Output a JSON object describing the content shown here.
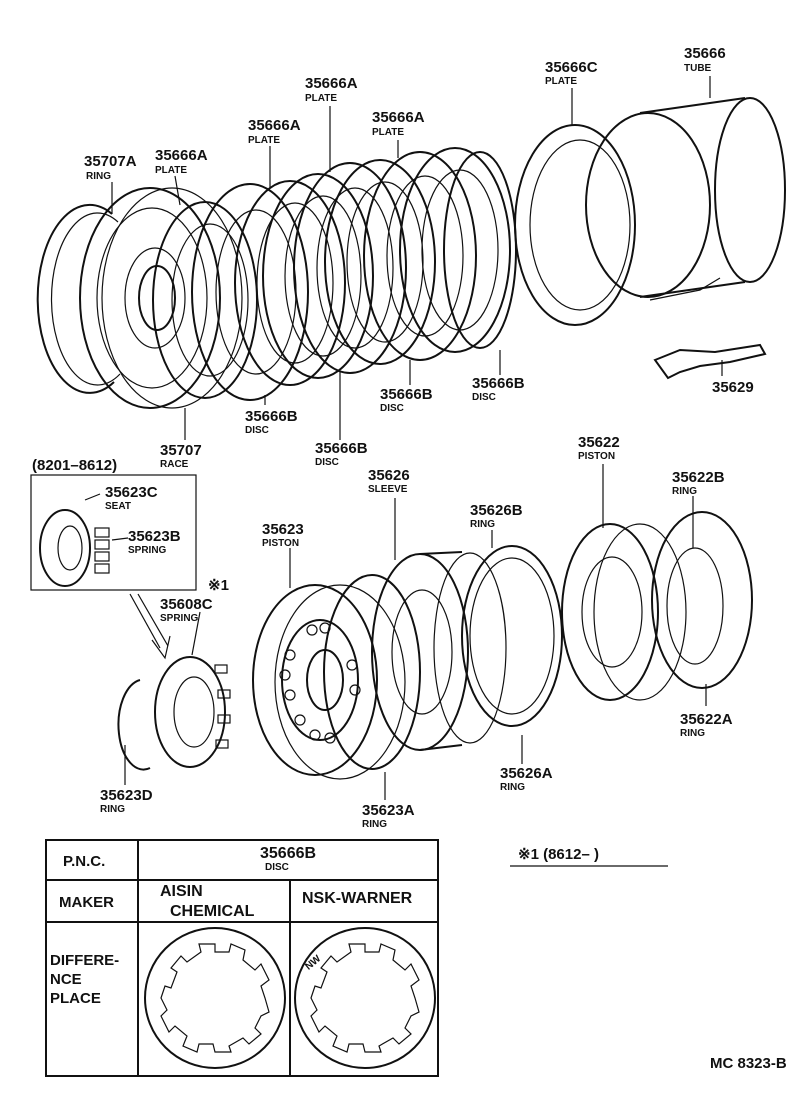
{
  "labels": {
    "l35707A": {
      "num": "35707A",
      "sub": "RING"
    },
    "l35666A_1": {
      "num": "35666A",
      "sub": "PLATE"
    },
    "l35666A_2": {
      "num": "35666A",
      "sub": "PLATE"
    },
    "l35666A_3": {
      "num": "35666A",
      "sub": "PLATE"
    },
    "l35666A_4": {
      "num": "35666A",
      "sub": "PLATE"
    },
    "l35666C": {
      "num": "35666C",
      "sub": "PLATE"
    },
    "l35666": {
      "num": "35666",
      "sub": "TUBE"
    },
    "l35629": {
      "num": "35629",
      "sub": ""
    },
    "l35666B_1": {
      "num": "35666B",
      "sub": "DISC"
    },
    "l35666B_2": {
      "num": "35666B",
      "sub": "DISC"
    },
    "l35666B_3": {
      "num": "35666B",
      "sub": "DISC"
    },
    "l35666B_4": {
      "num": "35666B",
      "sub": "DISC"
    },
    "l35707": {
      "num": "35707",
      "sub": "RACE"
    },
    "l35623C": {
      "num": "35623C",
      "sub": "SEAT"
    },
    "l35623B": {
      "num": "35623B",
      "sub": "SPRING"
    },
    "l35608C": {
      "num": "35608C",
      "sub": "SPRING"
    },
    "l35623D": {
      "num": "35623D",
      "sub": "RING"
    },
    "l35623": {
      "num": "35623",
      "sub": "PISTON"
    },
    "l35626": {
      "num": "35626",
      "sub": "SLEEVE"
    },
    "l35626B": {
      "num": "35626B",
      "sub": "RING"
    },
    "l35622": {
      "num": "35622",
      "sub": "PISTON"
    },
    "l35622B": {
      "num": "35622B",
      "sub": "RING"
    },
    "l35622A": {
      "num": "35622A",
      "sub": "RING"
    },
    "l35626A": {
      "num": "35626A",
      "sub": "RING"
    },
    "l35623A": {
      "num": "35623A",
      "sub": "RING"
    }
  },
  "inset": {
    "range": "(8201–8612)",
    "mark": "※1"
  },
  "note": {
    "text": "※1 (8612–        )"
  },
  "table": {
    "pnc_label": "P.N.C.",
    "pnc_value": "35666B",
    "pnc_sub": "DISC",
    "maker_label": "MAKER",
    "maker_1_line1": "AISIN",
    "maker_1_line2": "CHEMICAL",
    "maker_2": "NSK-WARNER",
    "diff_line1": "DIFFERE-",
    "diff_line2": "NCE",
    "diff_line3": "PLACE",
    "stamp": "NW"
  },
  "footer": {
    "code": "MC 8323-B"
  }
}
